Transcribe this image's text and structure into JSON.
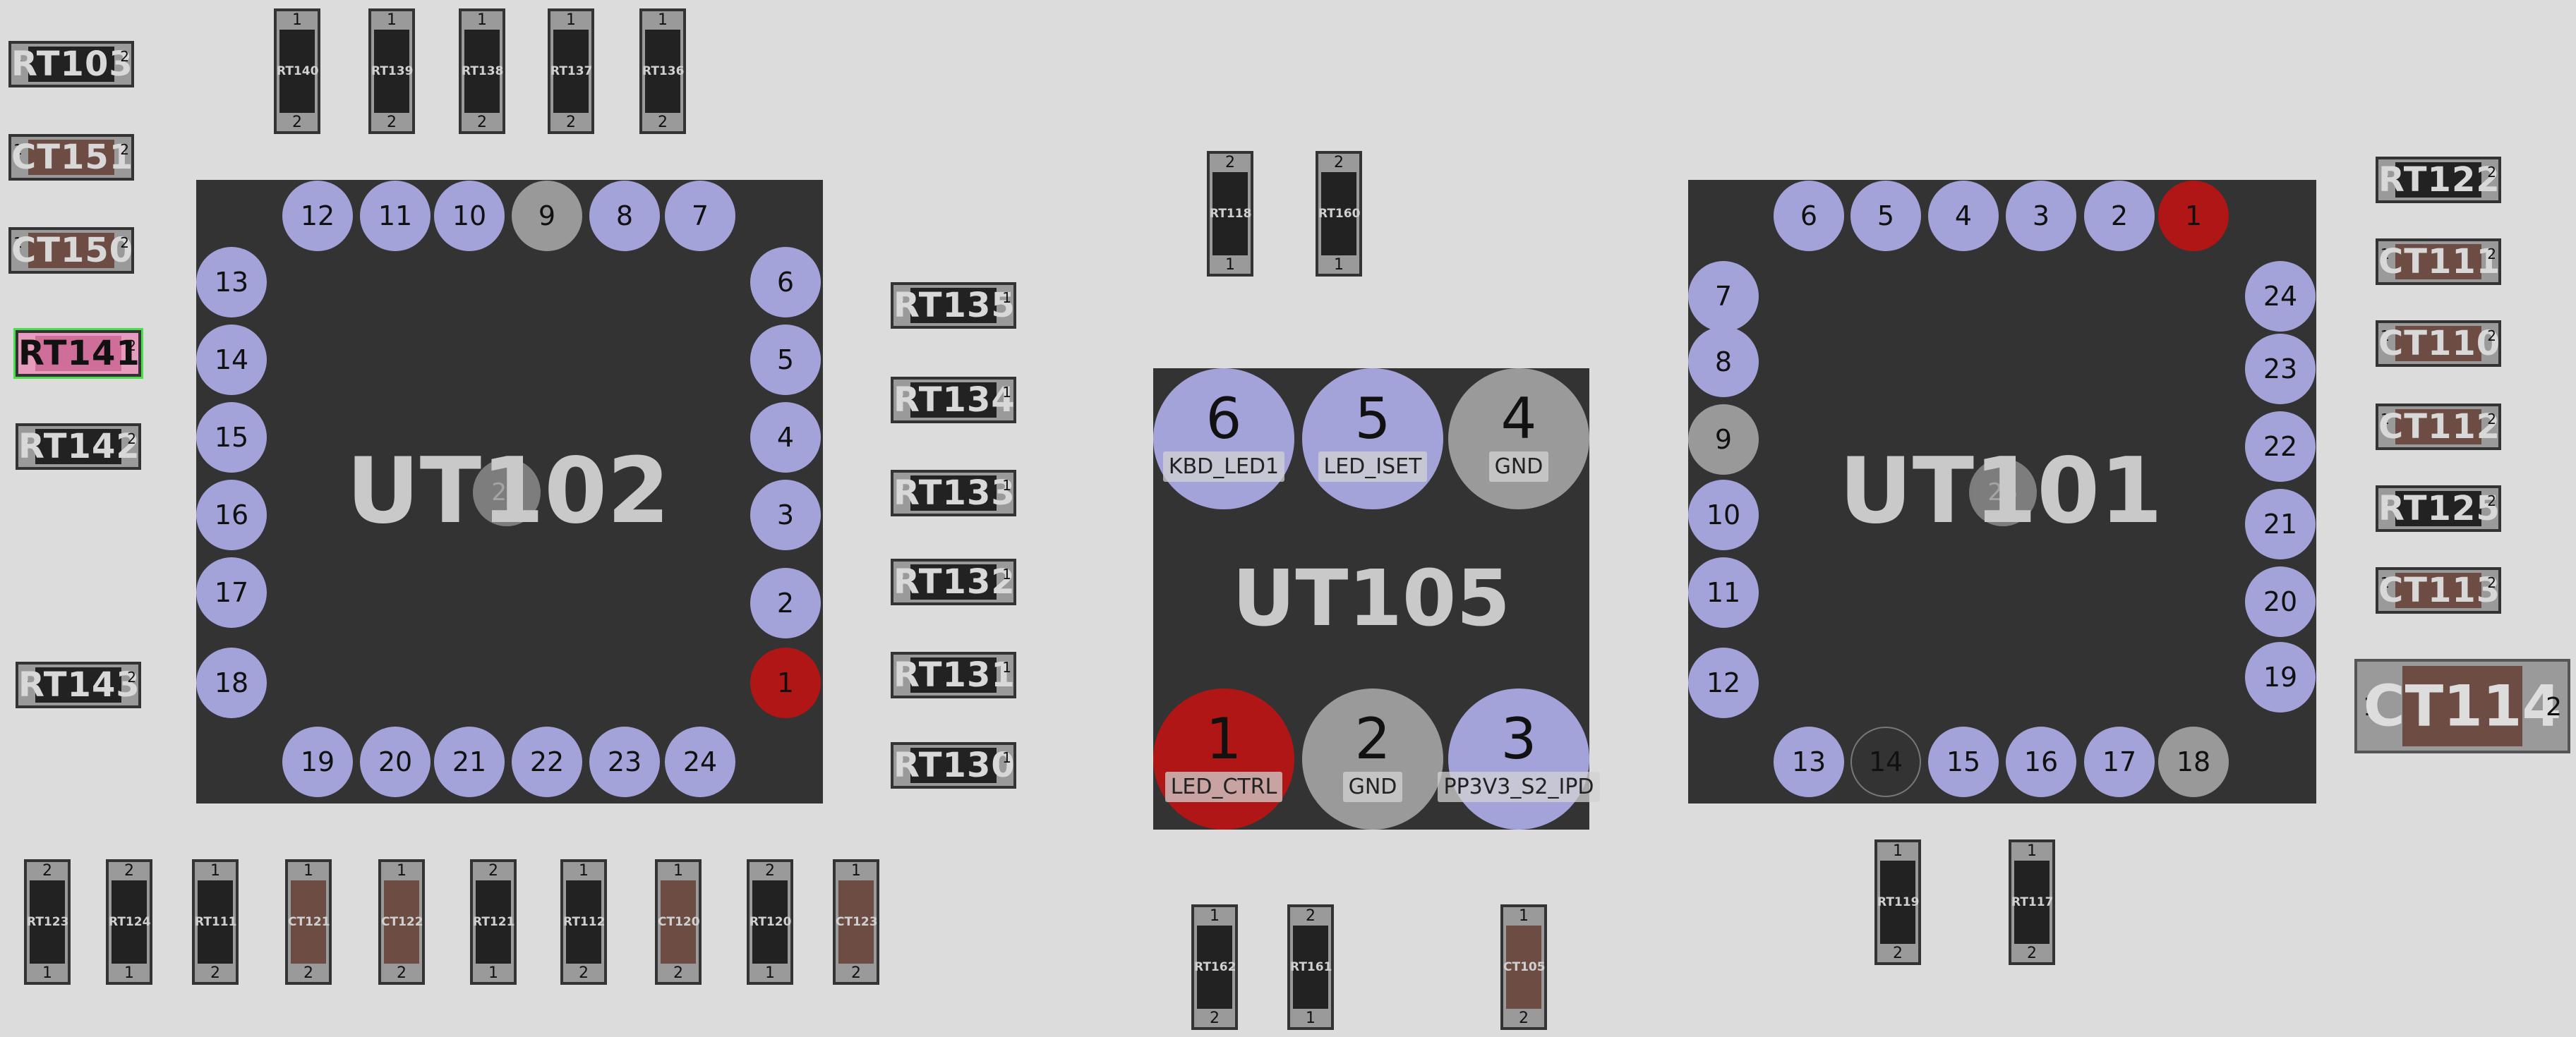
{
  "chips": {
    "ut102": {
      "label": "UT102",
      "exposed_pad": "25",
      "pads": [
        {
          "n": "12",
          "t": "sig"
        },
        {
          "n": "11",
          "t": "sig"
        },
        {
          "n": "10",
          "t": "sig"
        },
        {
          "n": "9",
          "t": "gnd"
        },
        {
          "n": "8",
          "t": "sig"
        },
        {
          "n": "7",
          "t": "sig"
        },
        {
          "n": "13",
          "t": "sig"
        },
        {
          "n": "14",
          "t": "sig"
        },
        {
          "n": "15",
          "t": "sig"
        },
        {
          "n": "16",
          "t": "sig"
        },
        {
          "n": "17",
          "t": "sig"
        },
        {
          "n": "18",
          "t": "sig"
        },
        {
          "n": "6",
          "t": "sig"
        },
        {
          "n": "5",
          "t": "sig"
        },
        {
          "n": "4",
          "t": "sig"
        },
        {
          "n": "3",
          "t": "sig"
        },
        {
          "n": "2",
          "t": "sig"
        },
        {
          "n": "1",
          "t": "hot"
        },
        {
          "n": "19",
          "t": "sig"
        },
        {
          "n": "20",
          "t": "sig"
        },
        {
          "n": "21",
          "t": "sig"
        },
        {
          "n": "22",
          "t": "sig"
        },
        {
          "n": "23",
          "t": "sig"
        },
        {
          "n": "24",
          "t": "sig"
        }
      ]
    },
    "ut101": {
      "label": "UT101",
      "exposed_pad": "25",
      "pads": [
        {
          "n": "6",
          "t": "sig"
        },
        {
          "n": "5",
          "t": "sig"
        },
        {
          "n": "4",
          "t": "sig"
        },
        {
          "n": "3",
          "t": "sig"
        },
        {
          "n": "2",
          "t": "sig"
        },
        {
          "n": "1",
          "t": "hot"
        },
        {
          "n": "7",
          "t": "sig"
        },
        {
          "n": "8",
          "t": "sig"
        },
        {
          "n": "9",
          "t": "gnd"
        },
        {
          "n": "10",
          "t": "sig"
        },
        {
          "n": "11",
          "t": "sig"
        },
        {
          "n": "12",
          "t": "sig"
        },
        {
          "n": "24",
          "t": "sig"
        },
        {
          "n": "23",
          "t": "sig"
        },
        {
          "n": "22",
          "t": "sig"
        },
        {
          "n": "21",
          "t": "sig"
        },
        {
          "n": "20",
          "t": "sig"
        },
        {
          "n": "19",
          "t": "sig"
        },
        {
          "n": "13",
          "t": "sig"
        },
        {
          "n": "14",
          "t": "nc"
        },
        {
          "n": "15",
          "t": "sig"
        },
        {
          "n": "16",
          "t": "sig"
        },
        {
          "n": "17",
          "t": "sig"
        },
        {
          "n": "18",
          "t": "gnd"
        }
      ]
    },
    "ut105": {
      "label": "UT105",
      "pads": [
        {
          "n": "6",
          "net": "KBD_LED1",
          "t": "sig"
        },
        {
          "n": "5",
          "net": "LED_ISET",
          "t": "sig"
        },
        {
          "n": "4",
          "net": "GND",
          "t": "gnd"
        },
        {
          "n": "1",
          "net": "LED_CTRL",
          "t": "hot"
        },
        {
          "n": "2",
          "net": "GND",
          "t": "gnd"
        },
        {
          "n": "3",
          "net": "PP3V3_S2_IPD",
          "t": "sig"
        }
      ]
    }
  },
  "parts": {
    "left_col": [
      {
        "ref": "RT103",
        "kind": "res",
        "p1": "1",
        "p2": "2"
      },
      {
        "ref": "CT151",
        "kind": "cap",
        "p1": "1",
        "p2": "2"
      },
      {
        "ref": "CT150",
        "kind": "cap",
        "p1": "1",
        "p2": "2"
      },
      {
        "ref": "RT141",
        "kind": "res",
        "p1": "1",
        "p2": "2",
        "highlight": true
      },
      {
        "ref": "RT142",
        "kind": "res",
        "p1": "1",
        "p2": "2"
      },
      {
        "ref": "RT143",
        "kind": "res",
        "p1": "1",
        "p2": "2"
      }
    ],
    "top_row": [
      {
        "ref": "RT140",
        "kind": "res",
        "pt": "1",
        "pb": "2"
      },
      {
        "ref": "RT139",
        "kind": "res",
        "pt": "1",
        "pb": "2"
      },
      {
        "ref": "RT138",
        "kind": "res",
        "pt": "1",
        "pb": "2"
      },
      {
        "ref": "RT137",
        "kind": "res",
        "pt": "1",
        "pb": "2"
      },
      {
        "ref": "RT136",
        "kind": "res",
        "pt": "1",
        "pb": "2"
      }
    ],
    "middle_col": [
      {
        "ref": "RT135",
        "kind": "res",
        "p1": "2",
        "p2": "1"
      },
      {
        "ref": "RT134",
        "kind": "res",
        "p1": "2",
        "p2": "1"
      },
      {
        "ref": "RT133",
        "kind": "res",
        "p1": "2",
        "p2": "1"
      },
      {
        "ref": "RT132",
        "kind": "res",
        "p1": "2",
        "p2": "1"
      },
      {
        "ref": "RT131",
        "kind": "res",
        "p1": "2",
        "p2": "1"
      },
      {
        "ref": "RT130",
        "kind": "res",
        "p1": "2",
        "p2": "1"
      }
    ],
    "center_top": [
      {
        "ref": "RT118",
        "kind": "res",
        "pt": "2",
        "pb": "1"
      },
      {
        "ref": "RT160",
        "kind": "res",
        "pt": "2",
        "pb": "1"
      }
    ],
    "bottom_left": [
      {
        "ref": "RT123",
        "kind": "res",
        "pt": "2",
        "pb": "1"
      },
      {
        "ref": "RT124",
        "kind": "res",
        "pt": "2",
        "pb": "1"
      },
      {
        "ref": "RT111",
        "kind": "res",
        "pt": "1",
        "pb": "2"
      },
      {
        "ref": "CT121",
        "kind": "cap",
        "pt": "1",
        "pb": "2"
      },
      {
        "ref": "CT122",
        "kind": "cap",
        "pt": "1",
        "pb": "2"
      },
      {
        "ref": "RT121",
        "kind": "res",
        "pt": "2",
        "pb": "1"
      },
      {
        "ref": "RT112",
        "kind": "res",
        "pt": "1",
        "pb": "2"
      },
      {
        "ref": "CT120",
        "kind": "cap",
        "pt": "1",
        "pb": "2"
      },
      {
        "ref": "RT120",
        "kind": "res",
        "pt": "2",
        "pb": "1"
      },
      {
        "ref": "CT123",
        "kind": "cap",
        "pt": "1",
        "pb": "2"
      }
    ],
    "bottom_center": [
      {
        "ref": "RT162",
        "kind": "res",
        "pt": "1",
        "pb": "2"
      },
      {
        "ref": "RT161",
        "kind": "res",
        "pt": "2",
        "pb": "1"
      },
      {
        "ref": "CT105",
        "kind": "cap",
        "pt": "1",
        "pb": "2"
      }
    ],
    "bottom_right": [
      {
        "ref": "RT119",
        "kind": "res",
        "pt": "1",
        "pb": "2"
      },
      {
        "ref": "RT117",
        "kind": "res",
        "pt": "1",
        "pb": "2"
      }
    ],
    "right_col": [
      {
        "ref": "RT122",
        "kind": "res",
        "p1": "1",
        "p2": "2"
      },
      {
        "ref": "CT111",
        "kind": "cap",
        "p1": "1",
        "p2": "2"
      },
      {
        "ref": "CT110",
        "kind": "cap",
        "p1": "1",
        "p2": "2"
      },
      {
        "ref": "CT112",
        "kind": "cap",
        "p1": "1",
        "p2": "2"
      },
      {
        "ref": "RT125",
        "kind": "res",
        "p1": "1",
        "p2": "2"
      },
      {
        "ref": "CT113",
        "kind": "cap",
        "p1": "1",
        "p2": "2"
      }
    ],
    "big_cap": {
      "ref": "CT114",
      "p1": "1",
      "p2": "2"
    }
  },
  "colors": {
    "background": "#dcdcdc",
    "chip": "#333333",
    "signal_pad": "#a3a3d9",
    "ground_pad": "#999999",
    "selected_pad": "#b01616",
    "resistor_body": "#222222",
    "capacitor_body": "#6d4c43",
    "highlight": "#e79bbd",
    "highlight_outline": "#4ade4a"
  }
}
